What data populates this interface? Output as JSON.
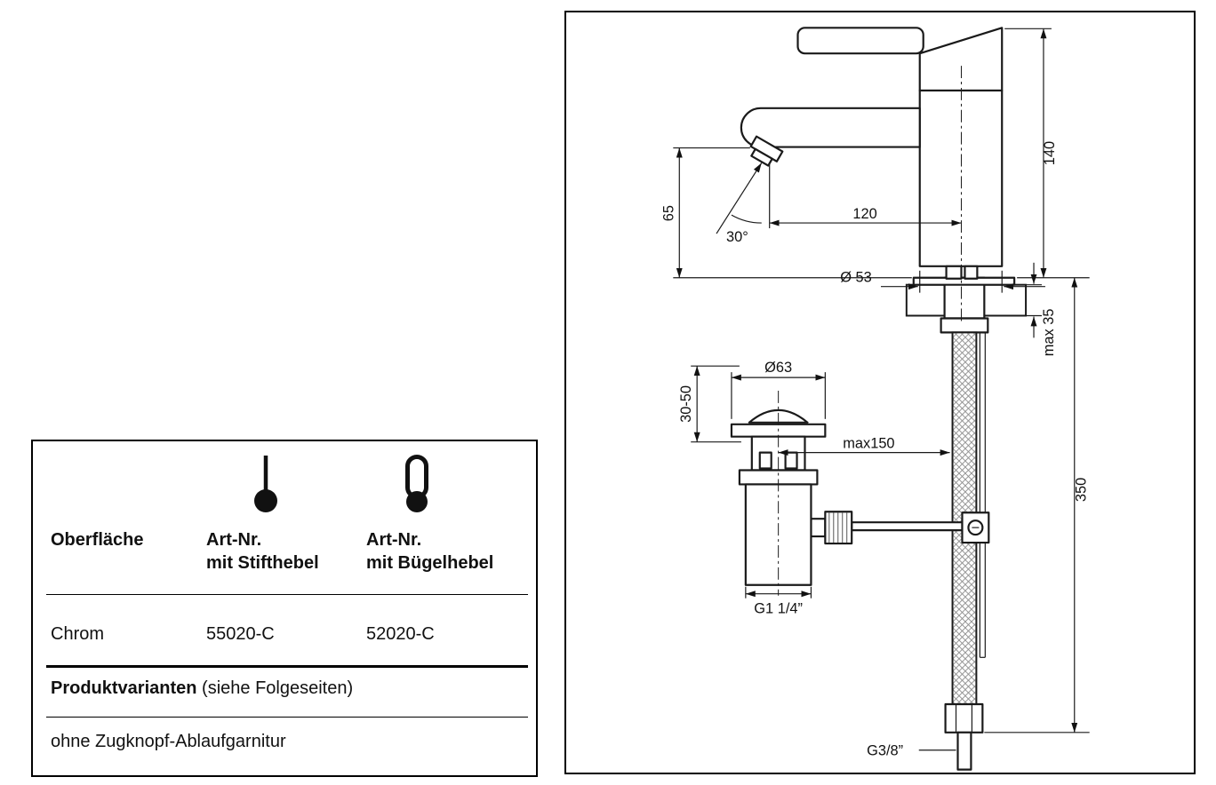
{
  "table": {
    "columns": [
      {
        "header": "Oberfläche"
      },
      {
        "header_line1": "Art-Nr.",
        "header_line2": "mit Stifthebel"
      },
      {
        "header_line1": "Art-Nr.",
        "header_line2": "mit Bügelhebel"
      }
    ],
    "row": {
      "surface": "Chrom",
      "art_nr_stifthebel": "55020-C",
      "art_nr_buegelhebel": "52020-C"
    },
    "variants_title": "Produktvarianten",
    "variants_note": " (siehe Folgeseiten)",
    "footnote": "ohne Zugknopf-Ablaufgarnitur"
  },
  "drawing": {
    "dims": {
      "total_height": "140",
      "spout_height": "65",
      "spout_angle": "30°",
      "spout_reach": "120",
      "base_diameter": "Ø 53",
      "deck_thickness": "max 35",
      "drain_diameter": "Ø63",
      "mount_range": "30-50",
      "max_center_distance": "max150",
      "drain_thread": "G1 1/4”",
      "hose_length": "350",
      "supply_thread": "G3/8”"
    }
  }
}
